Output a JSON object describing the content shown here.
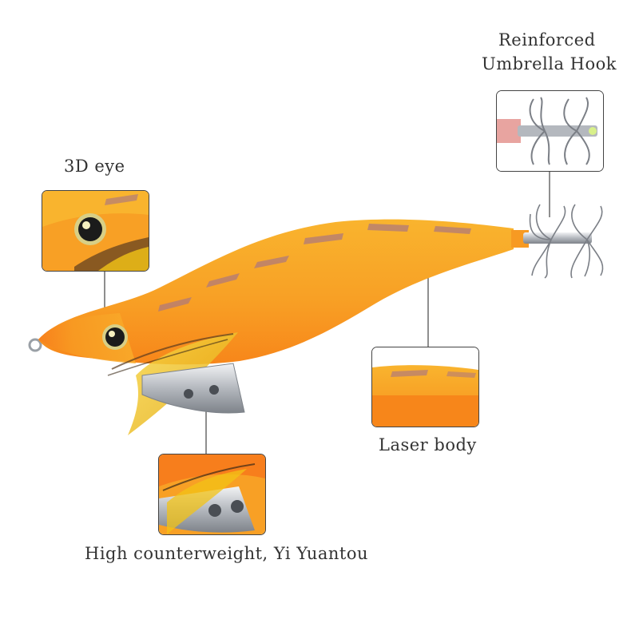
{
  "labels": {
    "eye": "3D eye",
    "hook_line1": "Reinforced",
    "hook_line2": "Umbrella Hook",
    "body": "Laser body",
    "weight": "High counterweight, Yi Yuantou"
  },
  "colors": {
    "body_orange": "#f7941d",
    "body_yellow": "#f9b233",
    "stripe": "#b07a7a",
    "sinker": "#c8cbd0",
    "feather": "#f3c316",
    "line": "#444444"
  }
}
